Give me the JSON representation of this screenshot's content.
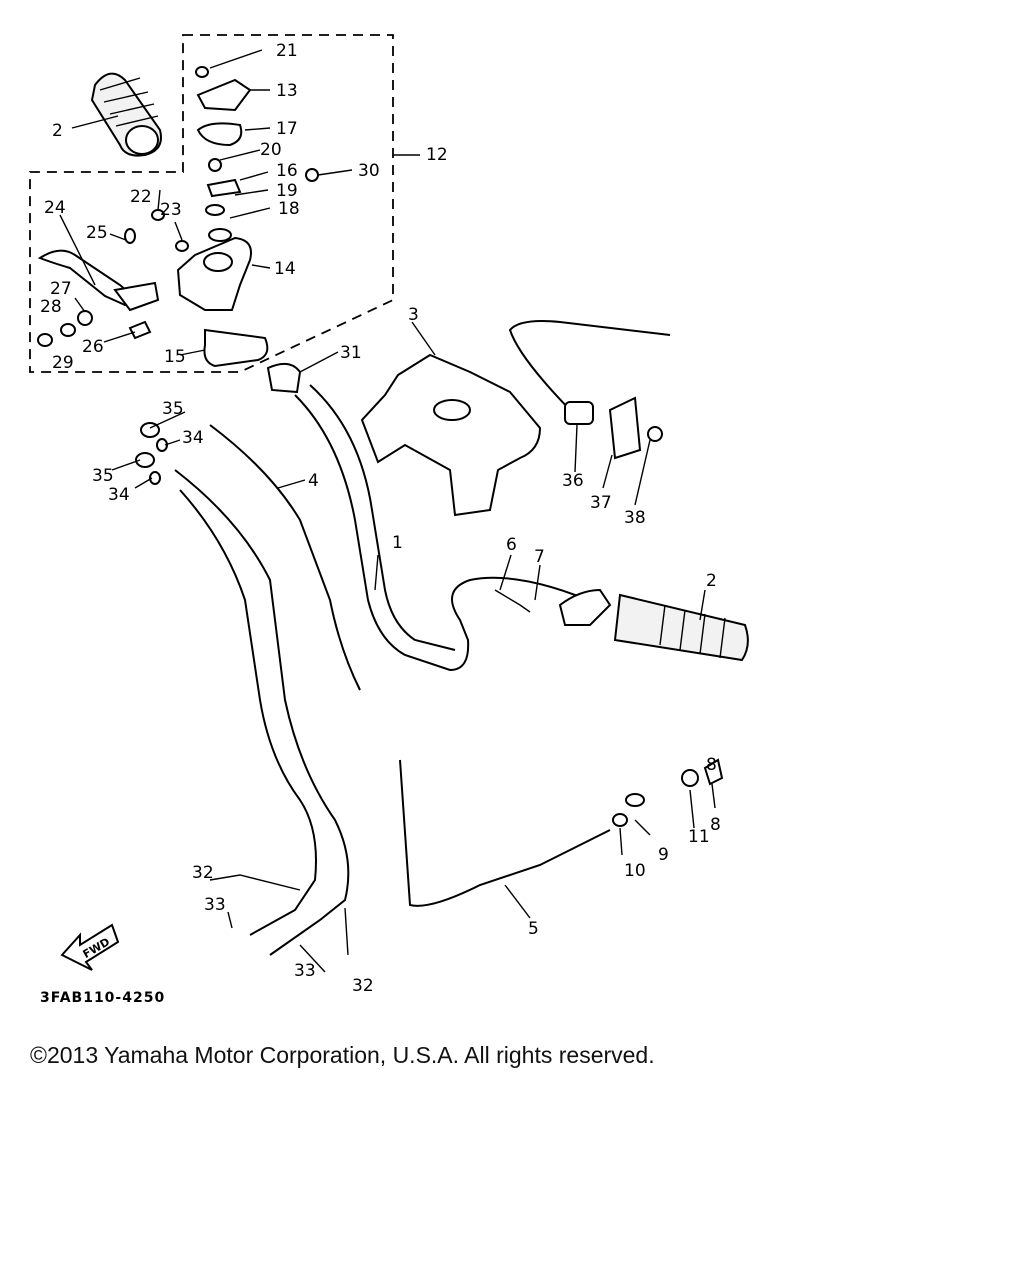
{
  "labels": [
    "1",
    "2",
    "2",
    "3",
    "4",
    "5",
    "6",
    "7",
    "8",
    "8",
    "9",
    "10",
    "11",
    "12",
    "13",
    "14",
    "15",
    "16",
    "17",
    "18",
    "19",
    "20",
    "21",
    "22",
    "23",
    "24",
    "25",
    "26",
    "27",
    "28",
    "29",
    "30",
    "31",
    "32",
    "32",
    "33",
    "33",
    "34",
    "34",
    "35",
    "35",
    "36",
    "37",
    "38"
  ],
  "arrow_text": "FWD",
  "drawing_code": "3FAB110-4250",
  "copyright": "©2013 Yamaha Motor Corporation, U.S.A. All rights reserved."
}
